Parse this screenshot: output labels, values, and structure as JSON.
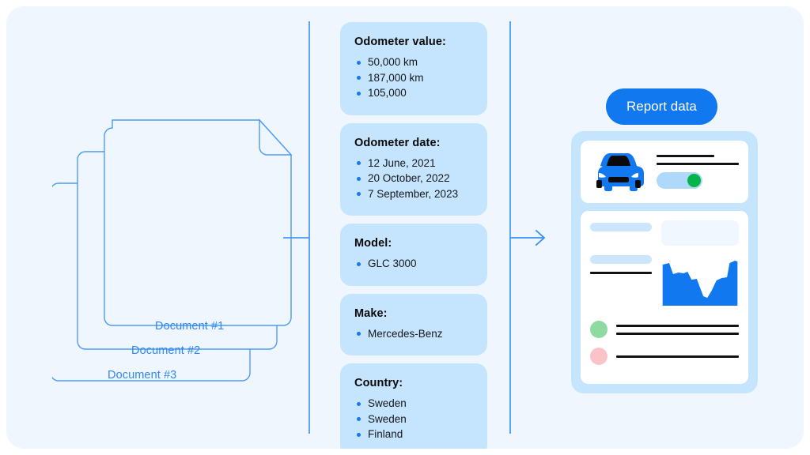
{
  "theme": {
    "canvas_bg": "#f0f6fd",
    "card_bg": "#c5e4fd",
    "accent_blue": "#1178f0",
    "outline_blue": "#2f86f6",
    "bullet_blue": "#1677f2",
    "status_green": "#06b34b",
    "dot_green": "#8ddba0",
    "dot_pink": "#fbc3c8",
    "text_dark": "#0a0a0a"
  },
  "documents": {
    "items": [
      {
        "label": "Document #1"
      },
      {
        "label": "Document #2"
      },
      {
        "label": "Document #3"
      }
    ]
  },
  "fields": {
    "cards": [
      {
        "title": "Odometer value:",
        "values": [
          "50,000 km",
          "187,000 km",
          "105,000"
        ]
      },
      {
        "title": "Odometer date:",
        "values": [
          "12 June, 2021",
          "20 October, 2022",
          "7 September, 2023"
        ]
      },
      {
        "title": "Model:",
        "values": [
          "GLC 3000"
        ]
      },
      {
        "title": "Make:",
        "values": [
          "Mercedes-Benz"
        ]
      },
      {
        "title": "Country:",
        "values": [
          "Sweden",
          "Sweden",
          "Finland"
        ]
      }
    ]
  },
  "report": {
    "button_label": "Report data",
    "vehicle_icon": "car-front-icon",
    "toggle_state": "on",
    "legend": [
      {
        "color": "#8ddba0",
        "lines": 2
      },
      {
        "color": "#fbc3c8",
        "lines": 1
      }
    ]
  },
  "flow": {
    "arrow_icon": "arrow-right-icon",
    "direction": "left-to-right"
  }
}
